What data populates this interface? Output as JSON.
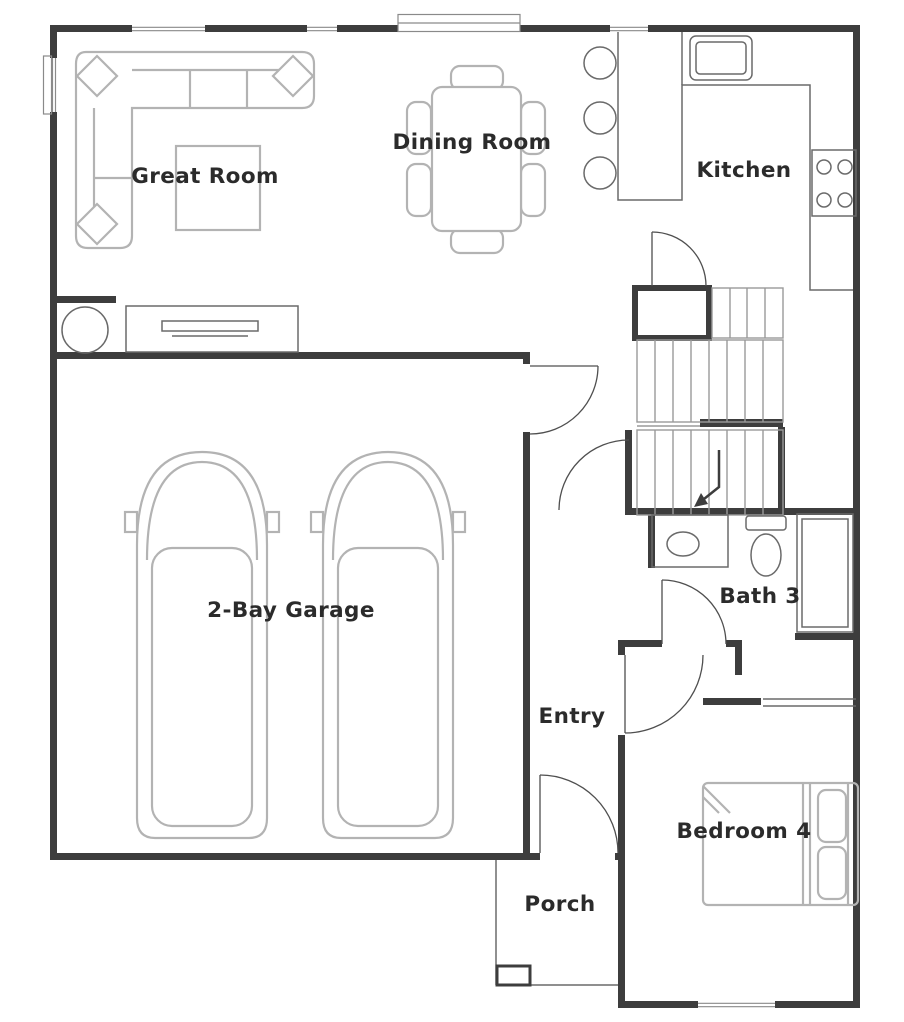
{
  "rooms": {
    "great_room": {
      "label": "Great Room"
    },
    "dining_room": {
      "label": "Dining Room"
    },
    "kitchen": {
      "label": "Kitchen"
    },
    "garage": {
      "label": "2-Bay Garage"
    },
    "bath3": {
      "label": "Bath 3"
    },
    "entry": {
      "label": "Entry"
    },
    "bedroom4": {
      "label": "Bedroom 4"
    },
    "porch": {
      "label": "Porch"
    }
  },
  "colors": {
    "wall": "#3d3d3d",
    "fixture": "#6a6a6a",
    "furniture": "#b3b3b3",
    "stair": "#9a9a9a",
    "door": "#4f4f4f",
    "window": "#8a8a8a",
    "label": "#2b2b2b",
    "background": "#ffffff"
  }
}
